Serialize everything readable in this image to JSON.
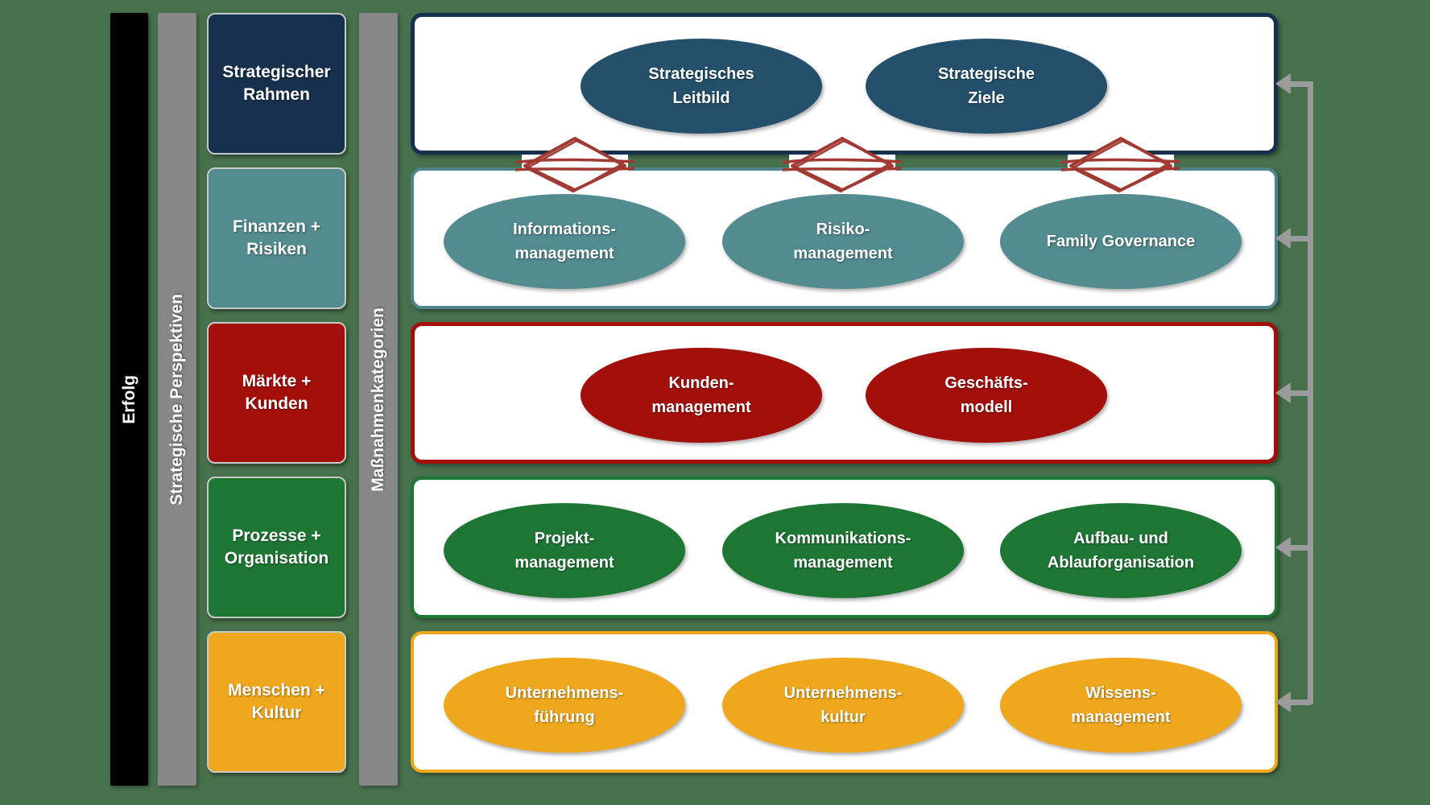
{
  "palette": {
    "bg": "#47704c",
    "black": "#000000",
    "barGray": "#878787",
    "navy": "#17304d",
    "navyEll": "#25506b",
    "tealBorder": "#4f868c",
    "tealEll": "#528b90",
    "red": "#a30f0b",
    "green": "#1e7634",
    "yellow": "#efa71e",
    "arrow": "#9b9b9b",
    "sketch": "#a03a33",
    "boxEdge": "#c9c9c9"
  },
  "bars": {
    "erfolg": "Erfolg",
    "perspektiven": "Strategische Perspektiven",
    "kategorien": "Maßnahmenkategorien"
  },
  "perspectives": [
    {
      "label": "Strategischer\nRahmen"
    },
    {
      "label": "Finanzen +\nRisiken"
    },
    {
      "label": "Märkte +\nKunden"
    },
    {
      "label": "Prozesse +\nOrganisation"
    },
    {
      "label": "Menschen +\nKultur"
    }
  ],
  "rows": [
    {
      "name": "strategischer-rahmen",
      "items": [
        {
          "label": "Strategisches\nLeitbild"
        },
        {
          "label": "Strategische\nZiele"
        }
      ]
    },
    {
      "name": "finanzen-risiken",
      "items": [
        {
          "label": "Informations-\nmanagement"
        },
        {
          "label": "Risiko-\nmanagement"
        },
        {
          "label": "Family Governance"
        }
      ]
    },
    {
      "name": "maerkte-kunden",
      "items": [
        {
          "label": "Kunden-\nmanagement"
        },
        {
          "label": "Geschäfts-\nmodell"
        }
      ]
    },
    {
      "name": "prozesse-organisation",
      "items": [
        {
          "label": "Projekt-\nmanagement"
        },
        {
          "label": "Kommunikations-\nmanagement"
        },
        {
          "label": "Aufbau- und\nAblauforganisation"
        }
      ]
    },
    {
      "name": "menschen-kultur",
      "items": [
        {
          "label": "Unternehmens-\nführung"
        },
        {
          "label": "Unternehmens-\nkultur"
        },
        {
          "label": "Wissens-\nmanagement"
        }
      ]
    }
  ]
}
